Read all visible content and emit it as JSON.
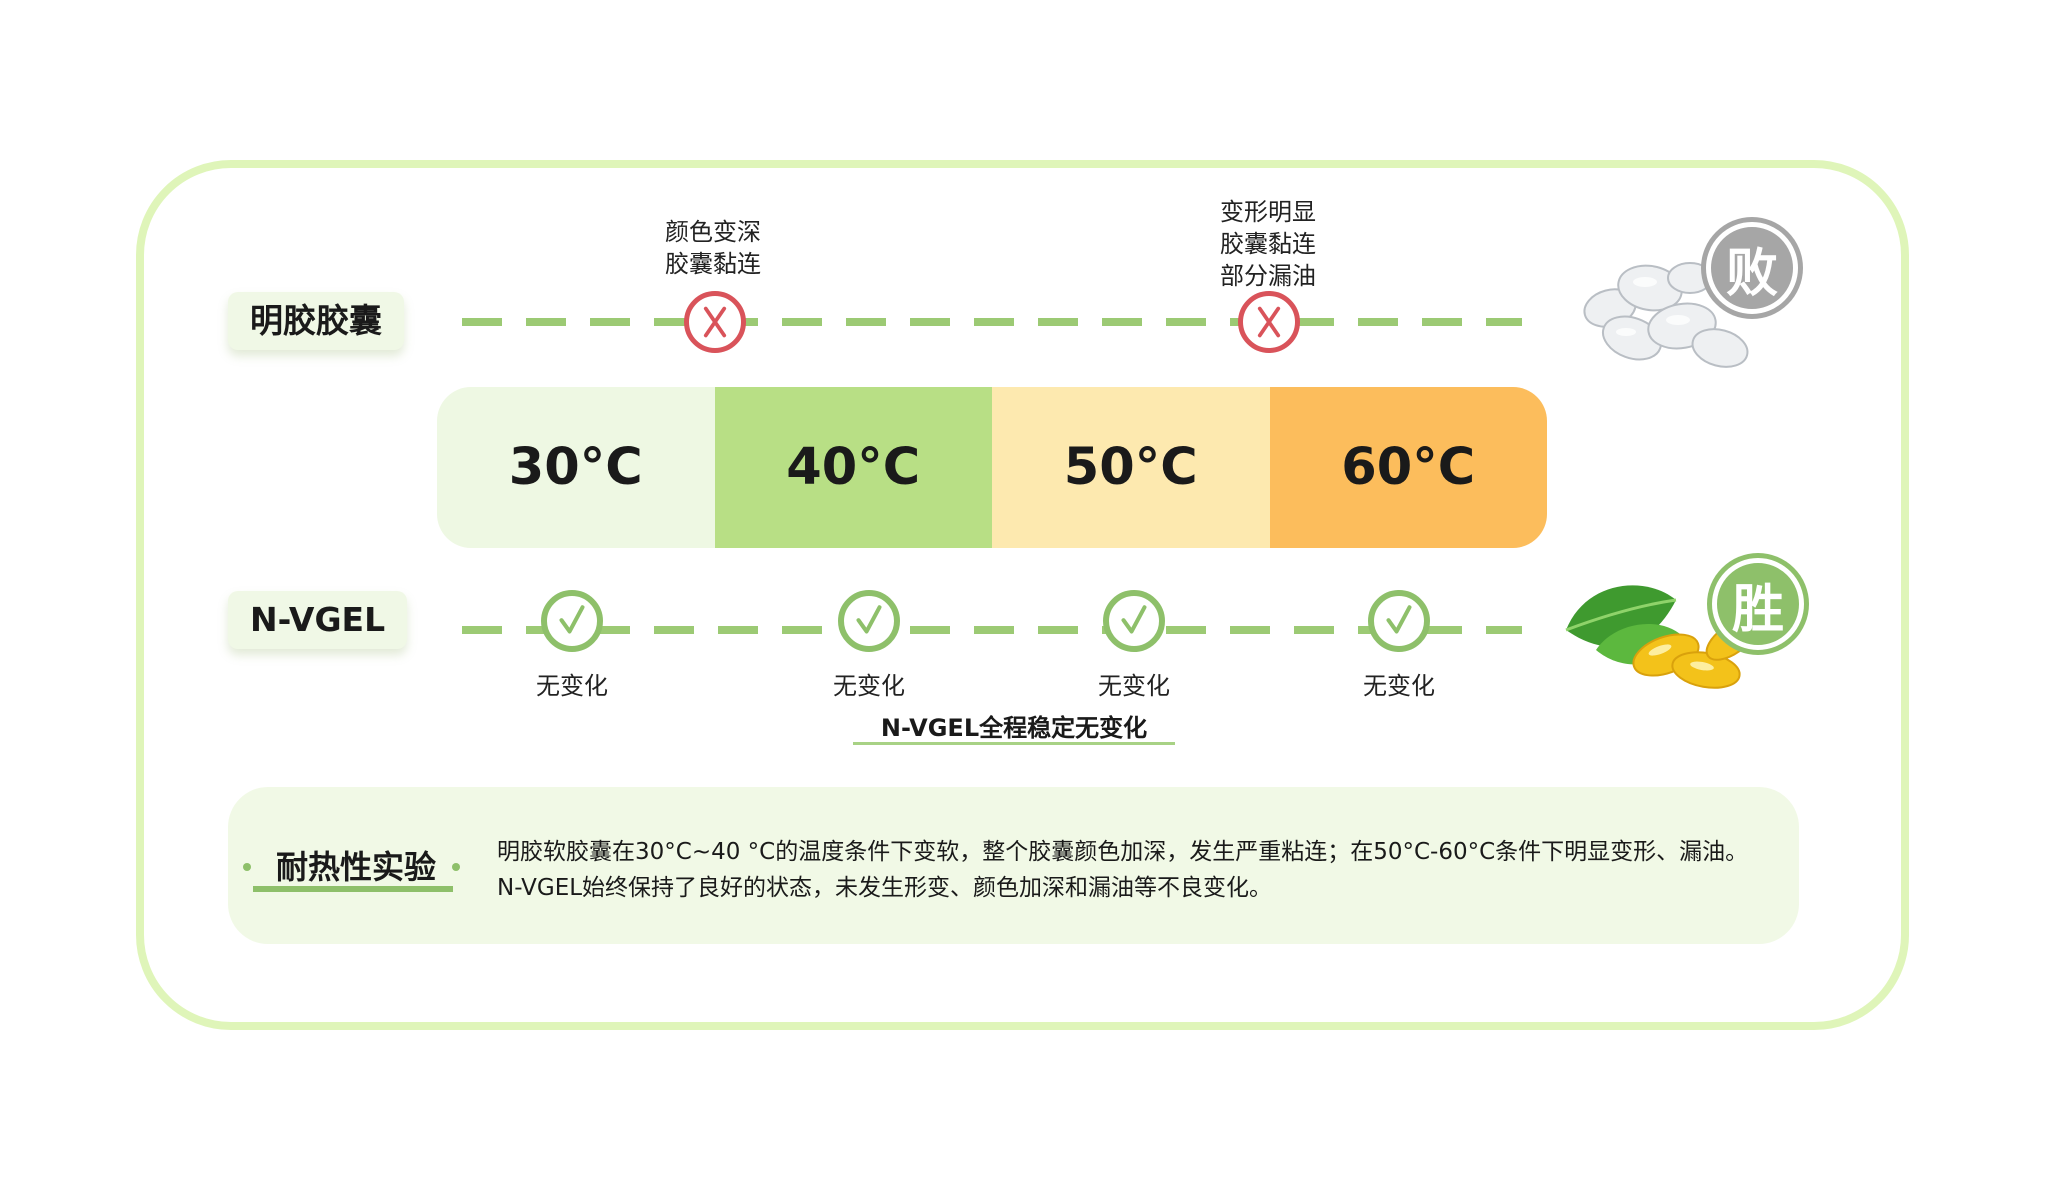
{
  "rows": {
    "gelatin": {
      "label": "明胶胶囊",
      "notes": [
        "颜色变深\n胶囊黏连",
        "变形明显\n胶囊黏连\n部分漏油"
      ],
      "badge": "败"
    },
    "nvgel": {
      "label": "N-VGEL",
      "pass_labels": [
        "无变化",
        "无变化",
        "无变化",
        "无变化"
      ],
      "badge": "胜"
    }
  },
  "temperatures": [
    {
      "label": "30°C",
      "color": "#eef8e3"
    },
    {
      "label": "40°C",
      "color": "#b8df85"
    },
    {
      "label": "50°C",
      "color": "#fde9af"
    },
    {
      "label": "60°C",
      "color": "#fcbd5c"
    }
  ],
  "summary": "N-VGEL全程稳定无变化",
  "info": {
    "title": "耐热性实验",
    "lines": [
      "明胶软胶囊在30°C~40 °C的温度条件下变软，整个胶囊颜色加深，发生严重粘连；在50°C-60°C条件下明显变形、漏油。",
      "N-VGEL始终保持了良好的状态，未发生形变、颜色加深和漏油等不良变化。"
    ]
  },
  "colors": {
    "fail": "#d9535a",
    "pass": "#8ec06a",
    "dash": "#9cca74",
    "border": "#dff5b9"
  }
}
